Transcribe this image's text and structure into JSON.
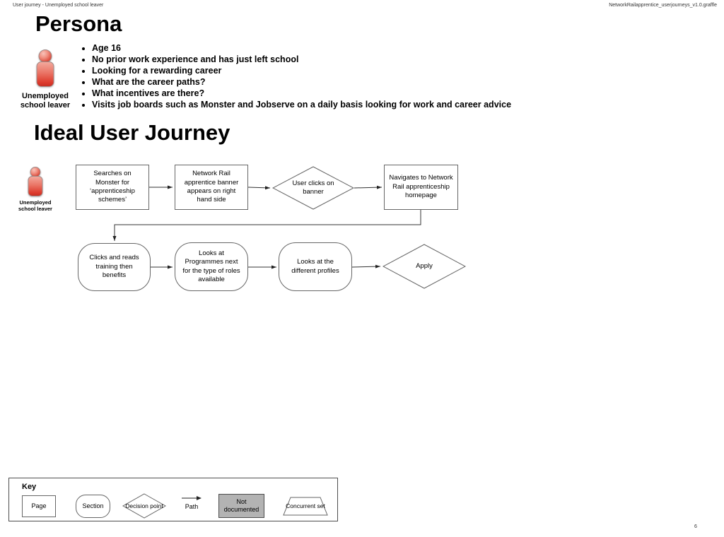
{
  "window": {
    "title_left": "User journey - Unemployed school leaver",
    "title_right": "NetworkRailapprentice_userjourneys_v1.0.graffle",
    "page_number": "6"
  },
  "persona": {
    "heading": "Persona",
    "actor_label": "Unemployed school leaver",
    "bullets": [
      "Age 16",
      "No prior work experience and has just left school",
      "Looking for a rewarding career",
      "What are the career paths?",
      "What incentives are there?",
      "Visits job boards such as Monster and Jobserve on a daily basis looking for work and career advice"
    ]
  },
  "journey": {
    "heading": "Ideal User Journey",
    "actor_label": "Unemployed school leaver",
    "steps_row1": [
      {
        "shape": "page",
        "label": "Searches on Monster for ‘apprenticeship schemes’"
      },
      {
        "shape": "page",
        "label": "Network Rail apprentice banner appears on right hand side"
      },
      {
        "shape": "decision",
        "label": "User clicks on banner"
      },
      {
        "shape": "page",
        "label": "Navigates to Network Rail apprenticeship homepage"
      }
    ],
    "steps_row2": [
      {
        "shape": "section",
        "label": "Clicks and reads training then benefits"
      },
      {
        "shape": "section",
        "label": "Looks at Programmes next for the type of roles available"
      },
      {
        "shape": "section",
        "label": "Looks at the different profiles"
      },
      {
        "shape": "decision",
        "label": "Apply"
      }
    ]
  },
  "key": {
    "heading": "Key",
    "page_label": "Page",
    "section_label": "Section",
    "decision_label": "Decision point",
    "path_label": "Path",
    "not_documented_label": "Not documented",
    "concurrent_label": "Concurrent set"
  },
  "colors": {
    "actor_red": "#dd3a2c",
    "shape_border": "#666666",
    "connector": "#333333",
    "not_documented_fill": "#b3b3b3"
  }
}
